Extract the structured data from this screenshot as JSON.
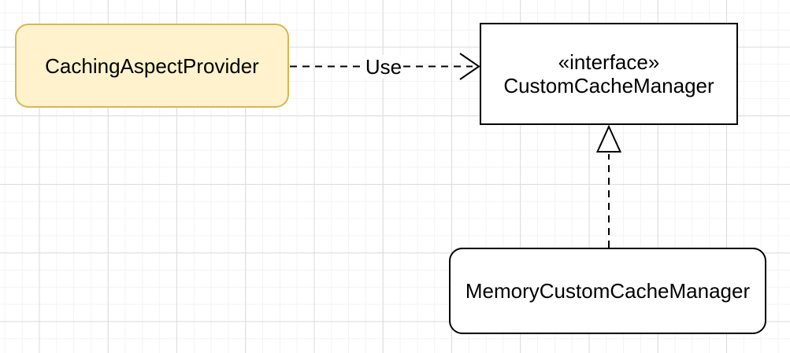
{
  "diagram": {
    "type": "uml-class-diagram",
    "nodes": [
      {
        "label": "CachingAspectProvider",
        "shape": "rounded-rectangle",
        "fill": "#FFF2CC",
        "stroke": "#D6B656"
      },
      {
        "stereotype": "«interface»",
        "label": "CustomCacheManager",
        "shape": "rectangle",
        "fill": "#FFFFFF",
        "stroke": "#000000"
      },
      {
        "label": "MemoryCustomCacheManager",
        "shape": "rounded-rectangle",
        "fill": "#FFFFFF",
        "stroke": "#000000"
      }
    ],
    "edges": [
      {
        "from": "CachingAspectProvider",
        "to": "CustomCacheManager",
        "label": "Use",
        "type": "dependency",
        "style": "dashed-open-arrow"
      },
      {
        "from": "MemoryCustomCacheManager",
        "to": "CustomCacheManager",
        "label": "",
        "type": "realization",
        "style": "dashed-hollow-triangle"
      }
    ],
    "canvas": {
      "background": "#FFFFFF",
      "grid_minor_color": "#F3F3F3",
      "grid_major_color": "#DBDBDB"
    }
  }
}
